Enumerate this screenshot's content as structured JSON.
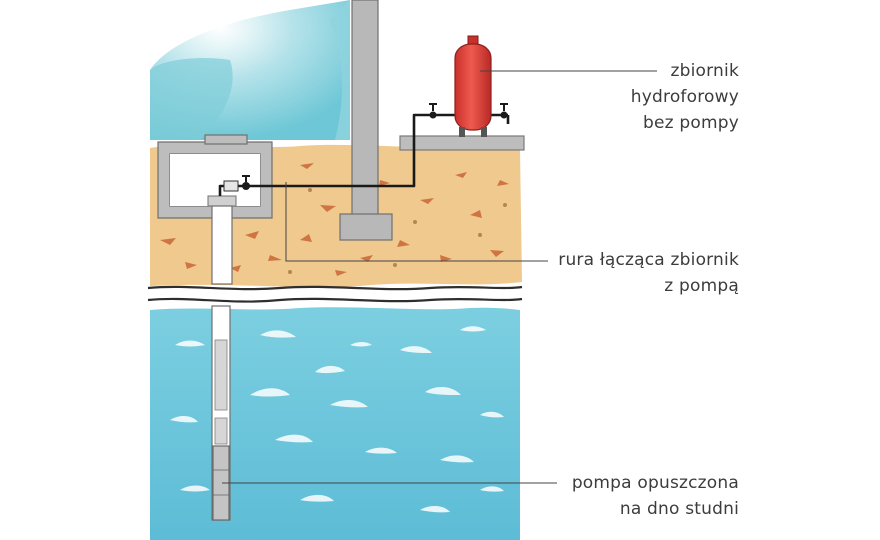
{
  "labels": {
    "tank": {
      "line1": "zbiornik",
      "line2": "hydroforowy",
      "line3": "bez pompy"
    },
    "pipe": {
      "line1": "rura łącząca zbiornik",
      "line2": "z pompą"
    },
    "pump": {
      "line1": "pompa opuszczona",
      "line2": "na dno studni"
    }
  },
  "colors": {
    "sky": "#8fd3de",
    "soil": "#f0c98e",
    "water": "#6fc6dc",
    "concrete": "#b8b8b8",
    "tank": "#e0453e",
    "pipe": "#1a1a1a",
    "leader": "#444444"
  }
}
